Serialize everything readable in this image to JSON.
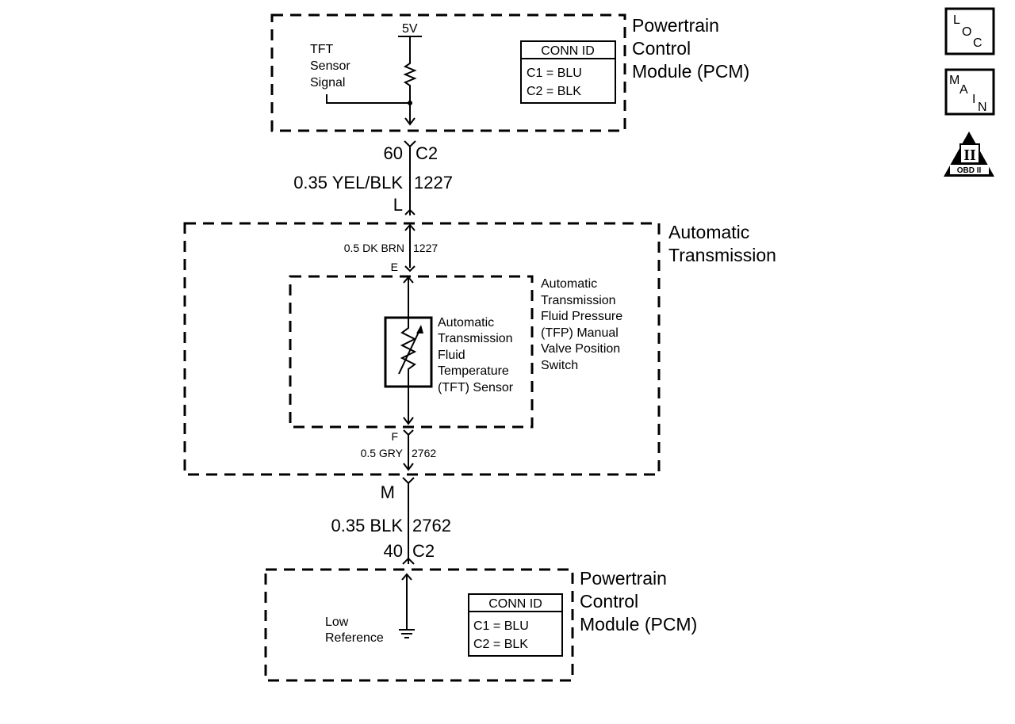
{
  "pcm_top": {
    "title_lines": [
      "Powertrain",
      "Control",
      "Module (PCM)"
    ],
    "supply": "5V",
    "signal_lines": [
      "TFT",
      "Sensor",
      "Signal"
    ],
    "conn_id": {
      "header": "CONN ID",
      "rows": [
        "C1 = BLU",
        "C2 = BLK"
      ]
    }
  },
  "wire_upper": {
    "pin": "60",
    "connector": "C2",
    "gauge_color": "0.35 YEL/BLK",
    "circuit": "1227",
    "terminal": "L"
  },
  "transmission": {
    "title_lines": [
      "Automatic",
      "Transmission"
    ],
    "inner_wire_top": {
      "gauge_color": "0.5 DK BRN",
      "circuit": "1227",
      "terminal": "E"
    },
    "inner_wire_bottom": {
      "terminal": "F",
      "gauge_color": "0.5 GRY",
      "circuit": "2762"
    },
    "switch_label_lines": [
      "Automatic",
      "Transmission",
      "Fluid Pressure",
      "(TFP) Manual",
      "Valve Position",
      "Switch"
    ],
    "sensor_label_lines": [
      "Automatic",
      "Transmission",
      "Fluid",
      "Temperature",
      "(TFT) Sensor"
    ]
  },
  "wire_lower": {
    "terminal": "M",
    "gauge_color": "0.35 BLK",
    "circuit": "2762",
    "pin": "40",
    "connector": "C2"
  },
  "pcm_bottom": {
    "title_lines": [
      "Powertrain",
      "Control",
      "Module (PCM)"
    ],
    "reference_lines": [
      "Low",
      "Reference"
    ],
    "conn_id": {
      "header": "CONN ID",
      "rows": [
        "C1 = BLU",
        "C2 = BLK"
      ]
    }
  },
  "nav_icons": {
    "loc": {
      "letters": [
        "L",
        "O",
        "C"
      ]
    },
    "main": {
      "letters": [
        "M",
        "A",
        "I",
        "N"
      ]
    },
    "obd": {
      "numeral": "II",
      "label": "OBD II"
    }
  }
}
